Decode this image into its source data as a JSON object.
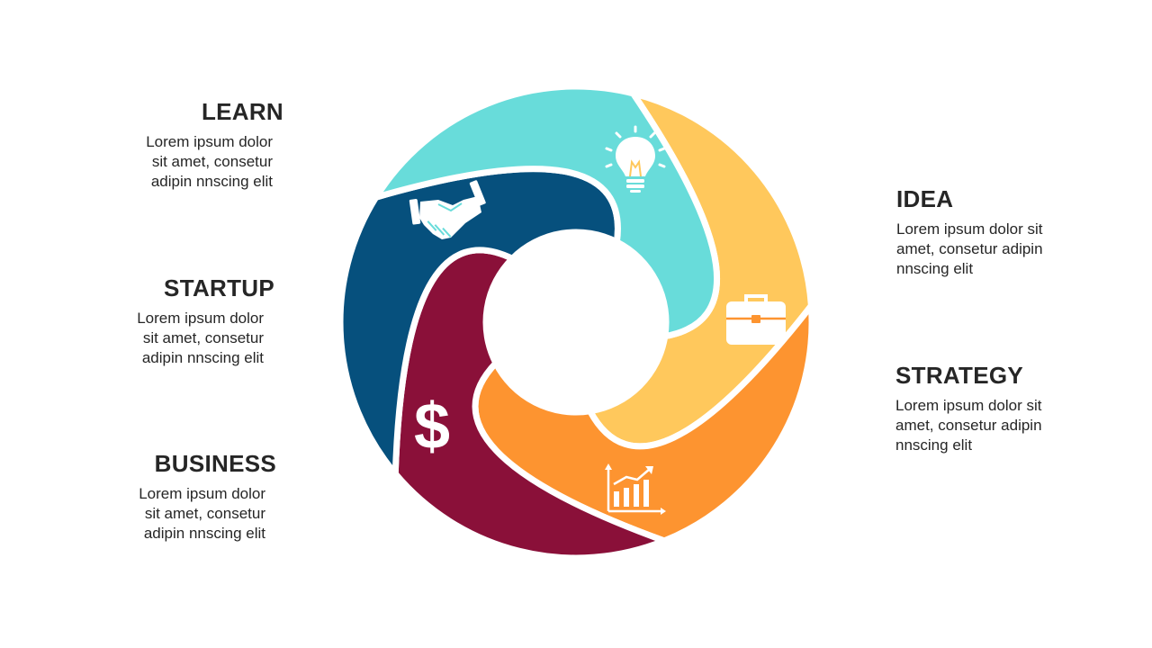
{
  "segments": [
    {
      "key": "learn",
      "title": "LEARN",
      "text": "Lorem ipsum dolor\nsit amet, consetur\nadipin nnscing elit",
      "color": "#FFC85C",
      "icon": "lightbulb-icon"
    },
    {
      "key": "idea",
      "title": "IDEA",
      "text": "Lorem ipsum dolor sit\namet, consetur adipin\nnnscing elit",
      "color": "#FD9430",
      "icon": "briefcase-icon"
    },
    {
      "key": "strategy",
      "title": "STRATEGY",
      "text": "Lorem ipsum dolor sit\namet, consetur adipin\nnnscing elit",
      "color": "#8A1039",
      "icon": "bar-chart-icon"
    },
    {
      "key": "business",
      "title": "BUSINESS",
      "text": "Lorem ipsum dolor\nsit amet, consetur\nadipin nnscing elit",
      "color": "#06507D",
      "icon": "dollar-icon"
    },
    {
      "key": "startup",
      "title": "STARTUP",
      "text": "Lorem ipsum dolor\nsit amet, consetur\nadipin nnscing elit",
      "color": "#68DCDA",
      "icon": "handshake-icon"
    }
  ]
}
